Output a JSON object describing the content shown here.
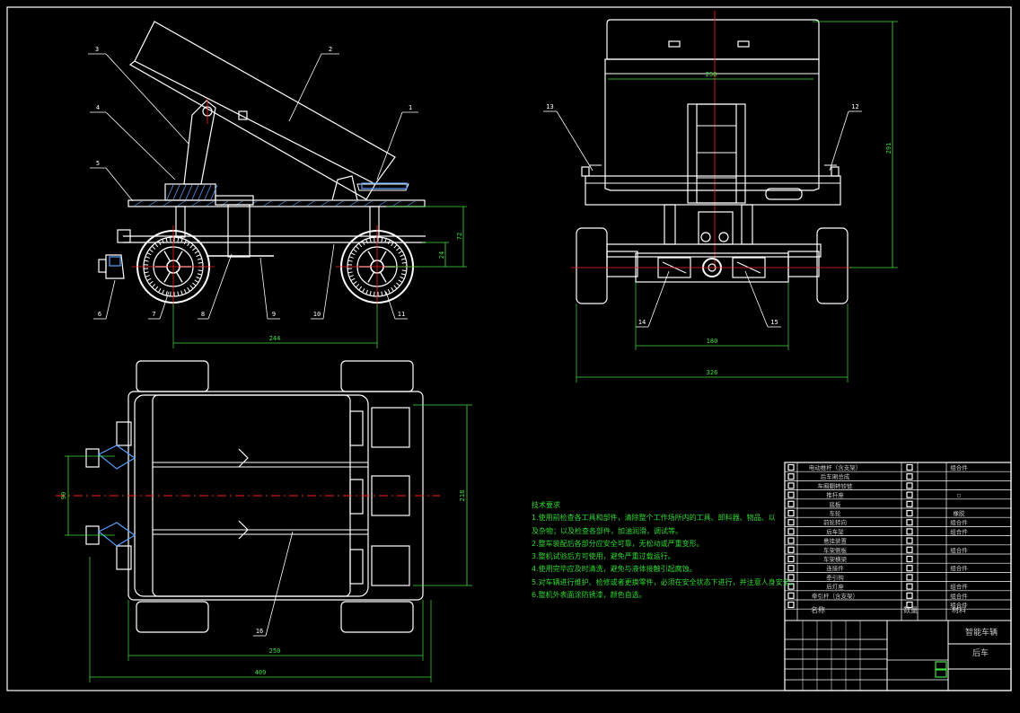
{
  "frame": {
    "border": "#ffffff"
  },
  "colors": {
    "line": "#ffffff",
    "dim": "#3fe03f",
    "center": "#ff2020",
    "hatch": "#5aa0ff",
    "bg": "#000000"
  },
  "side_view": {
    "balloons": [
      "1",
      "2",
      "3",
      "4",
      "5",
      "6",
      "7",
      "8",
      "9",
      "10",
      "11"
    ],
    "dims": {
      "height_total": "72",
      "height_axle": "24",
      "wheelbase": "244"
    }
  },
  "rear_view": {
    "balloons": [
      "12",
      "13",
      "14",
      "15"
    ],
    "dims": {
      "width_top": "250",
      "height": "291",
      "axle_span": "180",
      "track": "326"
    }
  },
  "top_view": {
    "balloons": [
      "16"
    ],
    "dims": {
      "left_v": "90",
      "right_v": "218",
      "length_inner": "250",
      "length_total": "409"
    }
  },
  "notes": {
    "title": "技术要求",
    "lines": [
      "1.使用前检查各工具和部件，清除整个工作场所内的工具、卸料器、物品、以",
      "及杂物；以及检查各部件，加油润滑，调试等。",
      "2.整车装配后各部分应安全可靠，无松动或严重变形。",
      "3.整机试验后方可使用，避免严重过载运行。",
      "4.使用完毕应及时清洗，避免与液体接触引起腐蚀。",
      "5.对车辆进行维护、检修或者更换零件，必须在安全状态下进行，并注意人身安全。",
      "6.整机外表面涂防锈漆，颜色自选。"
    ]
  },
  "title_block": {
    "bom_rows": [
      {
        "idx": "",
        "name": "电动推杆（含支架）",
        "qty": "",
        "mat": "组合件"
      },
      {
        "idx": "",
        "name": "后车厢总成",
        "qty": "",
        "mat": ""
      },
      {
        "idx": "",
        "name": "车厢翻转铰链",
        "qty": "",
        "mat": ""
      },
      {
        "idx": "",
        "name": "推杆座",
        "qty": "",
        "mat": "◻"
      },
      {
        "idx": "",
        "name": "底板",
        "qty": "",
        "mat": ""
      },
      {
        "idx": "",
        "name": "车轮",
        "qty": "",
        "mat": "橡胶"
      },
      {
        "idx": "",
        "name": "前轮转向",
        "qty": "",
        "mat": "组合件"
      },
      {
        "idx": "",
        "name": "后车架",
        "qty": "",
        "mat": "组合件"
      },
      {
        "idx": "",
        "name": "悬挂装置",
        "qty": "",
        "mat": ""
      },
      {
        "idx": "",
        "name": "车架侧板",
        "qty": "",
        "mat": "组合件"
      },
      {
        "idx": "",
        "name": "车架横梁",
        "qty": "",
        "mat": ""
      },
      {
        "idx": "",
        "name": "连接件",
        "qty": "",
        "mat": "组合件"
      },
      {
        "idx": "",
        "name": "牵引钩",
        "qty": "",
        "mat": ""
      },
      {
        "idx": "",
        "name": "后灯座",
        "qty": "",
        "mat": "组合件"
      },
      {
        "idx": "",
        "name": "牵引杆（含支架）",
        "qty": "",
        "mat": "组合件"
      },
      {
        "idx": "",
        "name": "",
        "qty": "",
        "mat": "组合件"
      }
    ],
    "header": {
      "name": "名称",
      "qty": "数量",
      "mat": "材料"
    },
    "drawing_name": "智能车辆",
    "drawing_no": "后车"
  }
}
